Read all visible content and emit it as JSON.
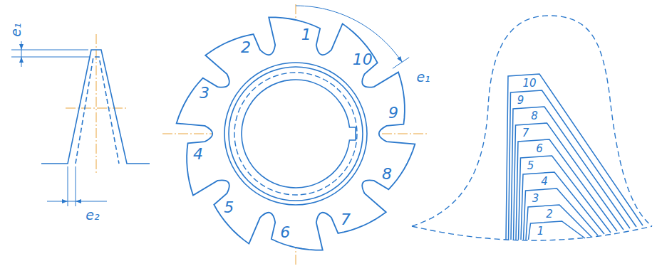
{
  "diagram": {
    "labels": [
      "e₁",
      "e₂",
      "1",
      "2",
      "3",
      "4",
      "5",
      "6",
      "7",
      "8",
      "9",
      "10",
      "e₁",
      "1",
      "2",
      "3",
      "4",
      "5",
      "6",
      "7",
      "8",
      "9",
      "10"
    ]
  }
}
